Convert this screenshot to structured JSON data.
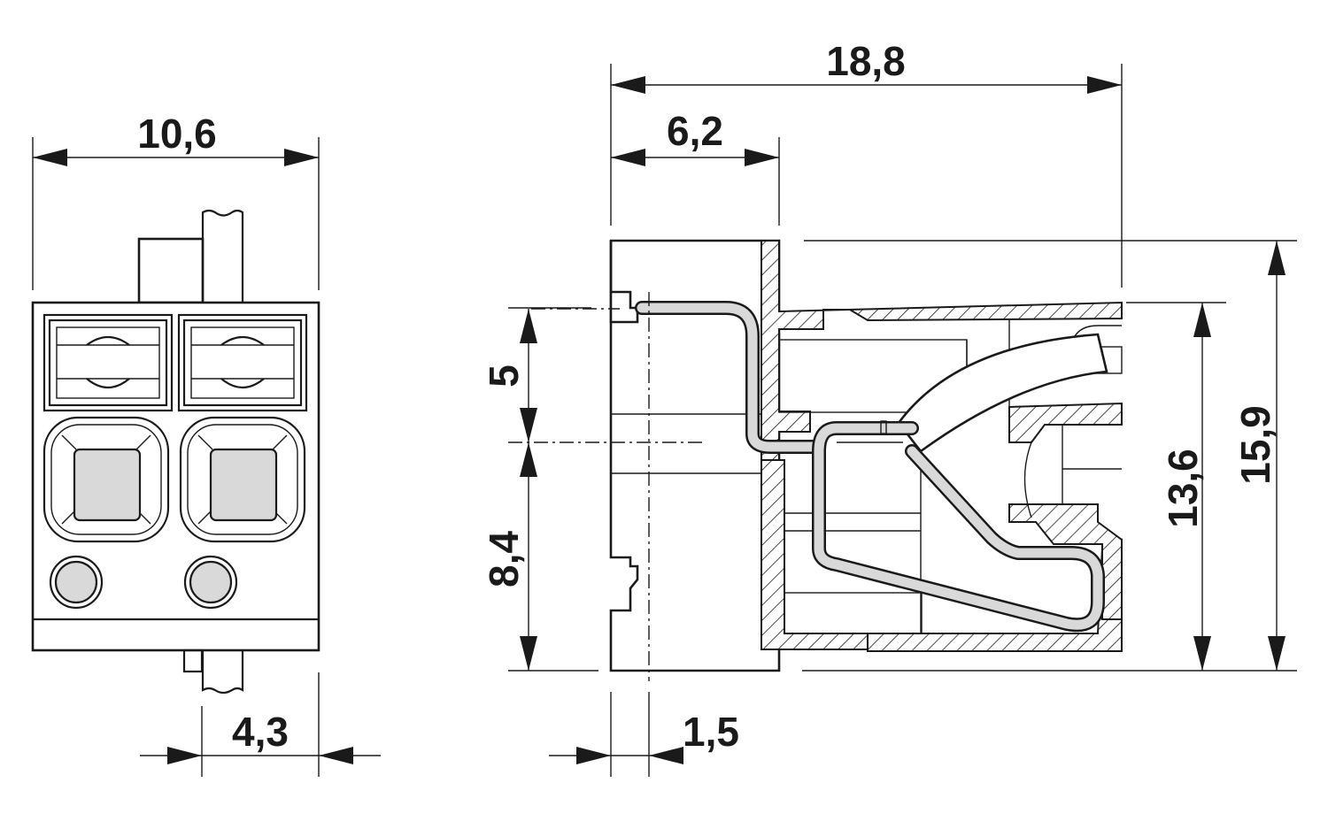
{
  "dimensions": {
    "front_width": "10,6",
    "front_pitch": "4,3",
    "side_length": "18,8",
    "side_front": "6,2",
    "side_upper_height": "5",
    "side_lower_height": "8,4",
    "side_body_height": "13,6",
    "side_total_height": "15,9",
    "side_pin_offset": "1,5"
  }
}
